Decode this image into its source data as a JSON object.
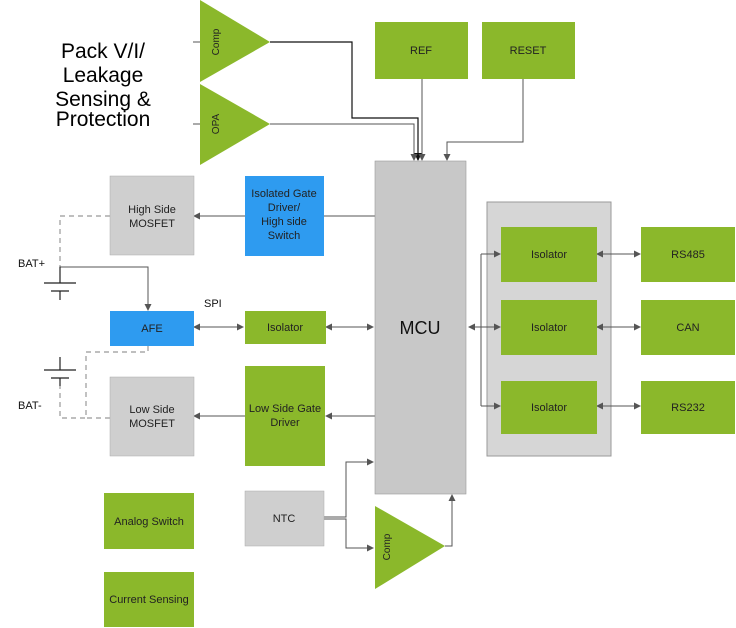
{
  "title_lines": [
    "Pack V/I/",
    "Leakage",
    "Sensing &",
    "Protection"
  ],
  "colors": {
    "green": "#8BB82B",
    "blue": "#2E9BF0",
    "grey": "#CFCFCF",
    "group_grey": "#D6D6D6",
    "mcu_grey": "#C8C8C8"
  },
  "blocks": {
    "ref": "REF",
    "reset": "RESET",
    "isolated_gate_driver": [
      "Isolated Gate",
      "Driver/",
      "High side",
      "Switch"
    ],
    "high_side_mosfet": [
      "High Side",
      "MOSFET"
    ],
    "afe": "AFE",
    "isolator_spi": "Isolator",
    "low_side_gate_driver": [
      "Low Side Gate",
      "Driver"
    ],
    "low_side_mosfet": [
      "Low Side",
      "MOSFET"
    ],
    "mcu": "MCU",
    "ntc": "NTC",
    "analog_switch": "Analog Switch",
    "current_sensing": "Current Sensing",
    "isolator_1": "Isolator",
    "isolator_2": "Isolator",
    "isolator_3": "Isolator",
    "rs485": "RS485",
    "can": "CAN",
    "rs232": "RS232"
  },
  "triangles": {
    "comp_top": "Comp",
    "opa": "OPA",
    "comp_bottom": "Comp"
  },
  "labels": {
    "spi": "SPI",
    "bat_plus": "BAT+",
    "bat_minus": "BAT-"
  }
}
